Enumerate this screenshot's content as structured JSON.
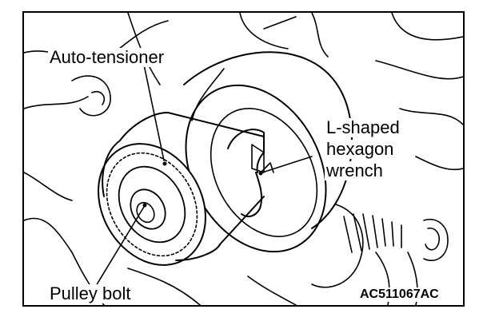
{
  "labels": {
    "auto_tensioner": "Auto-tensioner",
    "l_shaped_line1": "L-shaped",
    "l_shaped_line2": "hexagon",
    "l_shaped_line3": "wrench",
    "pulley_bolt": "Pulley bolt"
  },
  "figure_code": "AC511067AC"
}
